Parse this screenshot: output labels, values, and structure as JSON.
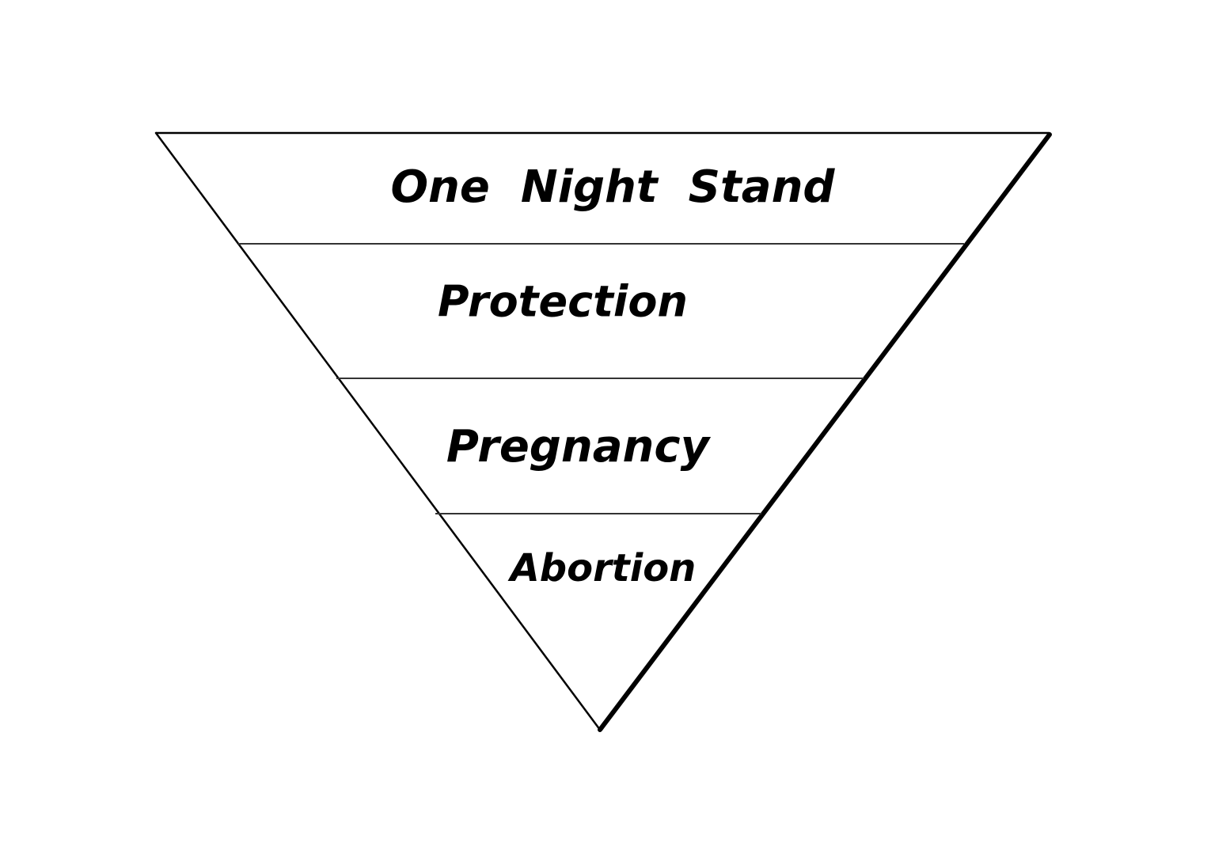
{
  "diagram": {
    "type": "inverted-pyramid",
    "line_color": "#000000",
    "background_color": "#ffffff",
    "layers": [
      {
        "label": "One  Night  Stand"
      },
      {
        "label": "Protection"
      },
      {
        "label": "Pregnancy"
      },
      {
        "label": "Abortion"
      }
    ]
  }
}
